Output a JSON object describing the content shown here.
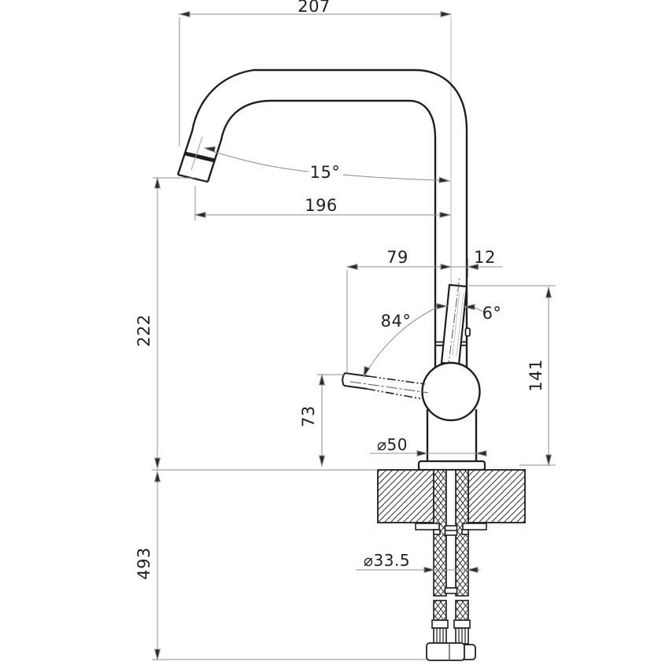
{
  "drawing": {
    "colors": {
      "background": "#ffffff",
      "object_line": "#1f1f1f",
      "dimension_line": "#8c8c8c",
      "arrow": "#2a2a2a",
      "text": "#1f1f1f"
    },
    "dims": {
      "d207": "207",
      "d196": "196",
      "d79": "79",
      "d12": "12",
      "d222": "222",
      "d141": "141",
      "d73": "73",
      "d493": "493",
      "a15": "15°",
      "a84": "84°",
      "a6": "6°",
      "dia50": "⌀50",
      "dia335": "⌀33.5"
    }
  }
}
